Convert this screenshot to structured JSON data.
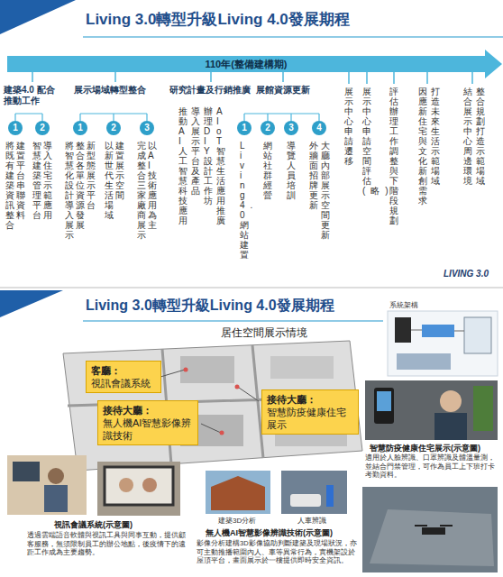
{
  "diagram": {
    "title": "Living 3.0轉型升級Living 4.0發展期程",
    "nodes": [
      {
        "text": [
          "110年(整備建構期)"
        ]
      },
      {
        "text": [
          "1"
        ]
      },
      {
        "text": [
          "2"
        ]
      },
      {
        "text": [
          "1"
        ]
      },
      {
        "text": [
          "2"
        ]
      },
      {
        "text": [
          "3"
        ]
      },
      {
        "text": [
          "1"
        ]
      },
      {
        "text": [
          "2"
        ]
      },
      {
        "text": [
          "3"
        ]
      },
      {
        "text": [
          "4"
        ]
      },
      {
        "text": [
          "客廳：",
          "視訊會議系統"
        ]
      },
      {
        "text": [
          "接待大廳：",
          "無人機AI智慧影像辨識技術"
        ]
      },
      {
        "text": [
          "接待大廳：",
          "智慧防疫健康住宅展示"
        ]
      }
    ],
    "labels": [
      "建築4.0 配合推動工作",
      "將既有建築資訊整合",
      "建置平台串聯資料",
      "智慧建築管理平台",
      "導入住宅示範應用",
      "展示場域轉型整合",
      "將智慧化設計導入展示",
      "整合各單位資源發展",
      "新型態展示平台",
      "以新世代生活場域",
      "建置展示空間",
      "完成整合三家廠商展示",
      "以AI技術應用為主",
      "研究計畫及行銷推廣",
      "推動AI人工智慧科技應用",
      "導入展示平台及產品",
      "辦理DIY設計工作坊",
      "AIoT智慧生活應用推廣",
      "展館資源更新",
      "Living4.0網站建置",
      "網站社群經營",
      "導覽人員培訓",
      "外牆面招牌更新",
      "大廳內部展示空間更新",
      "展示中心申請遷移",
      "展示中心申請空間評估(略)",
      "評估辦理工作調整與下階段規劃",
      "因應新住宅與文化新創需求",
      "打造未來生活示範場域",
      "結合展示中心周邊環境",
      "整合規劃打造示範場域",
      "LIVING 3.0",
      "Living 3.0轉型升級Living 4.0發展期程",
      "居住空間展示情境",
      "系統架構",
      "視訊會議系統(示意圖)",
      "透過雲端語音軟體與視訊工具與同事互動，提供顧客服務，無須限制員工的辦公地點，後疫情下的遠距工作成為主要趨勢。",
      "建築3D分析",
      "人車辨識",
      "無人機AI智慧影像辨識技術(示意圖)",
      "影像分析建構3D影像協助判斷建築及現場狀況，亦可主動推播範圍內人、車等異常行為，實機架設於屋頂平台，畫面展示於一樓提供即時安全資訊。",
      "智慧防疫健康住宅展示(示意圖)",
      "適用於人臉辨識、口罩辨識及體溫量測，並結合門禁管理，可作為員工上下班打卡考勤資料。"
    ]
  }
}
